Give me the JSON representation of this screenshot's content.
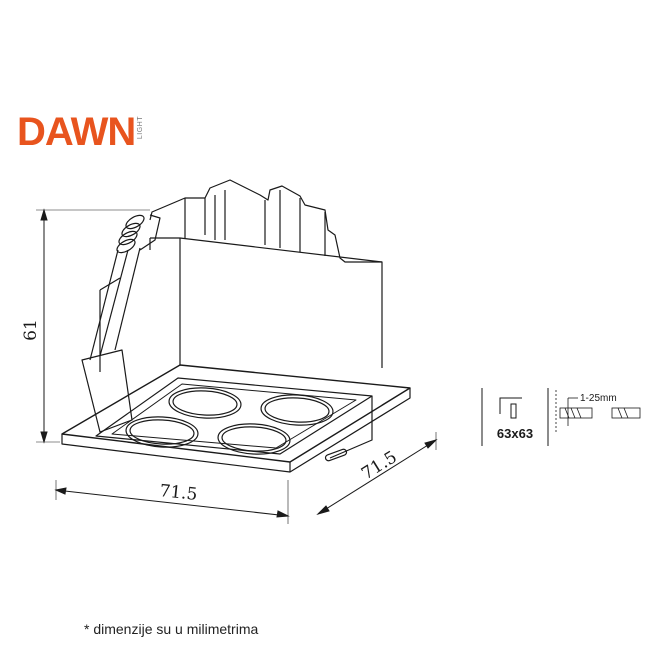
{
  "logo": {
    "wordmark": "DAWN",
    "sub": "LIGHT",
    "color": "#e8541e"
  },
  "dimensions": {
    "height": "61",
    "width": "71.5",
    "depth": "71.5"
  },
  "cutout": {
    "size": "63x63",
    "ceiling_range": "1-25mm"
  },
  "footnote": "* dimenzije su u milimetrima"
}
